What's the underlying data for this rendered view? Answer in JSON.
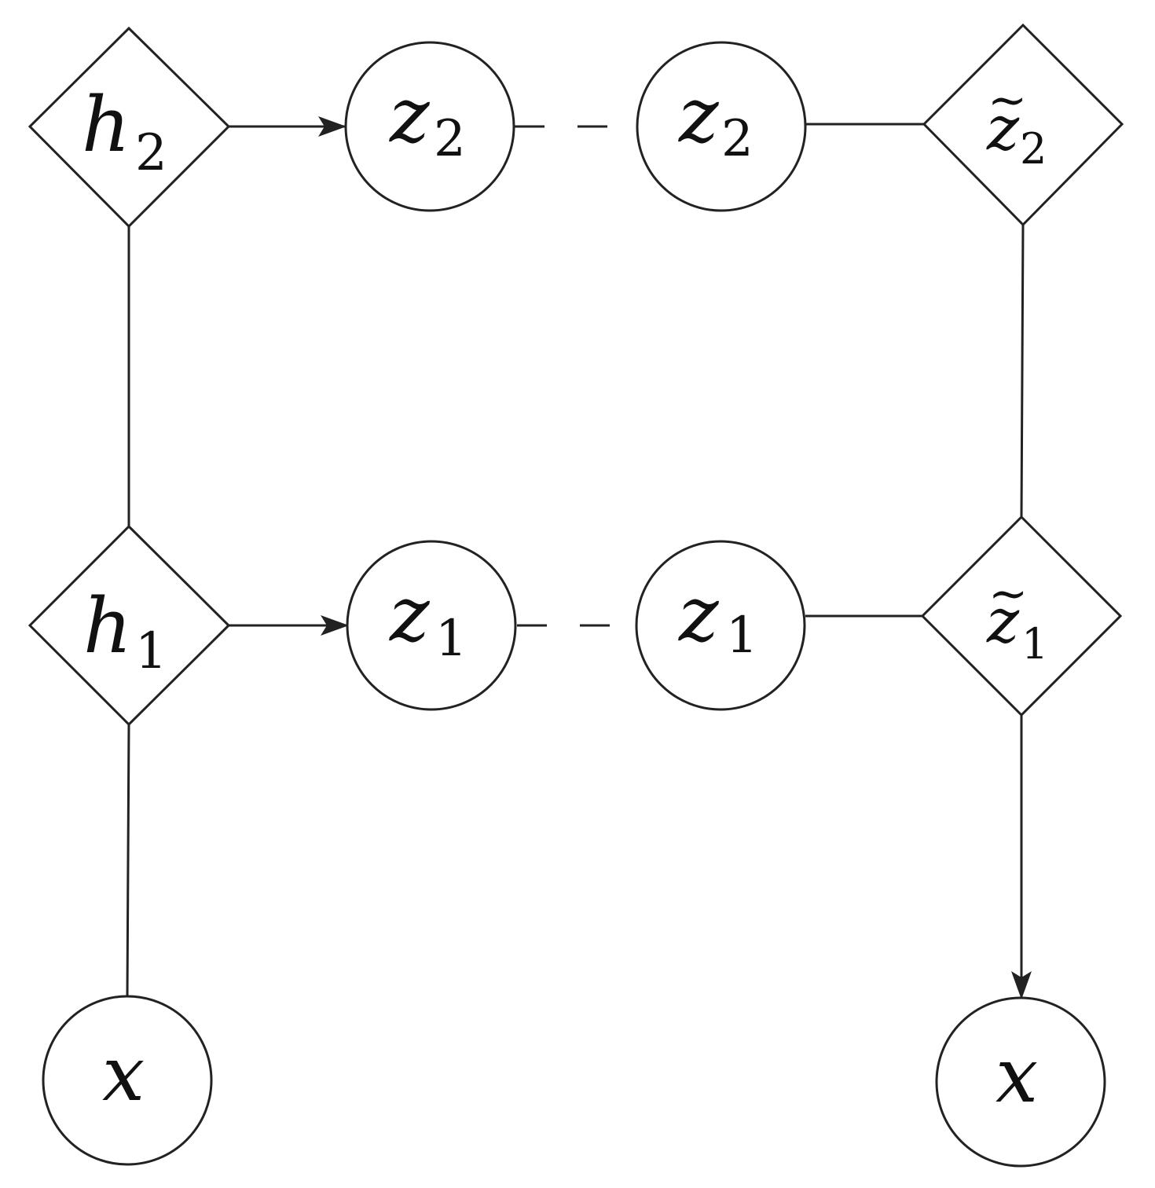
{
  "nodes": {
    "h2": {
      "main": "h",
      "sub": "2",
      "tilde": ""
    },
    "z2_enc": {
      "main": "z",
      "sub": "2",
      "tilde": ""
    },
    "z2_dec": {
      "main": "z",
      "sub": "2",
      "tilde": ""
    },
    "z2_tilde": {
      "main": "z",
      "sub": "2",
      "tilde": "~"
    },
    "h1": {
      "main": "h",
      "sub": "1",
      "tilde": ""
    },
    "z1_enc": {
      "main": "z",
      "sub": "1",
      "tilde": ""
    },
    "z1_dec": {
      "main": "z",
      "sub": "1",
      "tilde": ""
    },
    "z1_tilde": {
      "main": "z",
      "sub": "1",
      "tilde": "~"
    },
    "x_in": {
      "main": "x",
      "sub": "",
      "tilde": ""
    },
    "x_out": {
      "main": "x",
      "sub": "",
      "tilde": ""
    }
  },
  "edges": [
    {
      "from": "x_in",
      "to": "h1",
      "style": "solid",
      "arrow": false
    },
    {
      "from": "h1",
      "to": "h2",
      "style": "solid",
      "arrow": false
    },
    {
      "from": "h2",
      "to": "z2_enc",
      "style": "solid",
      "arrow": true
    },
    {
      "from": "h1",
      "to": "z1_enc",
      "style": "solid",
      "arrow": true
    },
    {
      "from": "z2_enc",
      "to": "z2_dec",
      "style": "dashed",
      "arrow": false
    },
    {
      "from": "z1_enc",
      "to": "z1_dec",
      "style": "dashed",
      "arrow": false
    },
    {
      "from": "z2_dec",
      "to": "z2_tilde",
      "style": "solid",
      "arrow": false
    },
    {
      "from": "z1_dec",
      "to": "z1_tilde",
      "style": "solid",
      "arrow": false
    },
    {
      "from": "z2_tilde",
      "to": "z1_tilde",
      "style": "solid",
      "arrow": false
    },
    {
      "from": "z1_tilde",
      "to": "x_out",
      "style": "solid",
      "arrow": true
    }
  ],
  "colors": {
    "stroke": "#222222",
    "background": "#ffffff"
  }
}
